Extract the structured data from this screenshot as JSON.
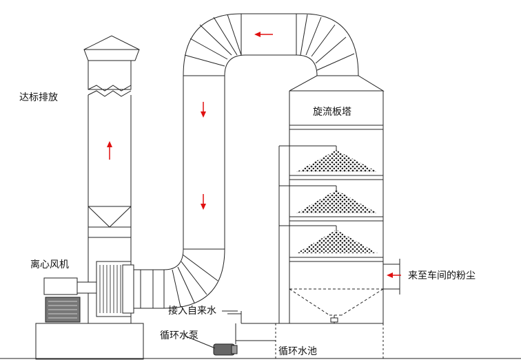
{
  "labels": {
    "discharge": "达标排放",
    "tower": "旋流板塔",
    "fan": "离心风机",
    "tap_water": "接入自来水",
    "pump": "循环水泵",
    "dust": "来至车间的粉尘",
    "pool": "循环水池"
  },
  "arrow_color": "#e01010"
}
